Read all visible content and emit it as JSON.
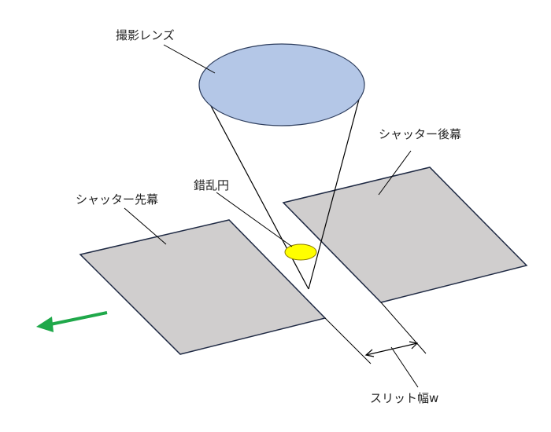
{
  "labels": {
    "lens": "撮影レンズ",
    "rear_curtain": "シャッター後幕",
    "circle_of_confusion": "錯乱円",
    "front_curtain": "シャッター先幕",
    "slit_width": "スリット幅w"
  },
  "colors": {
    "lens_fill": "#b4c7e7",
    "lens_stroke": "#2f3f5f",
    "curtain_fill": "#d0cece",
    "curtain_stroke": "#1f2a44",
    "circle_fill": "#ffff00",
    "circle_stroke": "#8a7a00",
    "arrow": "#1fa84a",
    "line": "#000000"
  },
  "icons": {
    "direction_arrow": "left-arrow-icon"
  }
}
